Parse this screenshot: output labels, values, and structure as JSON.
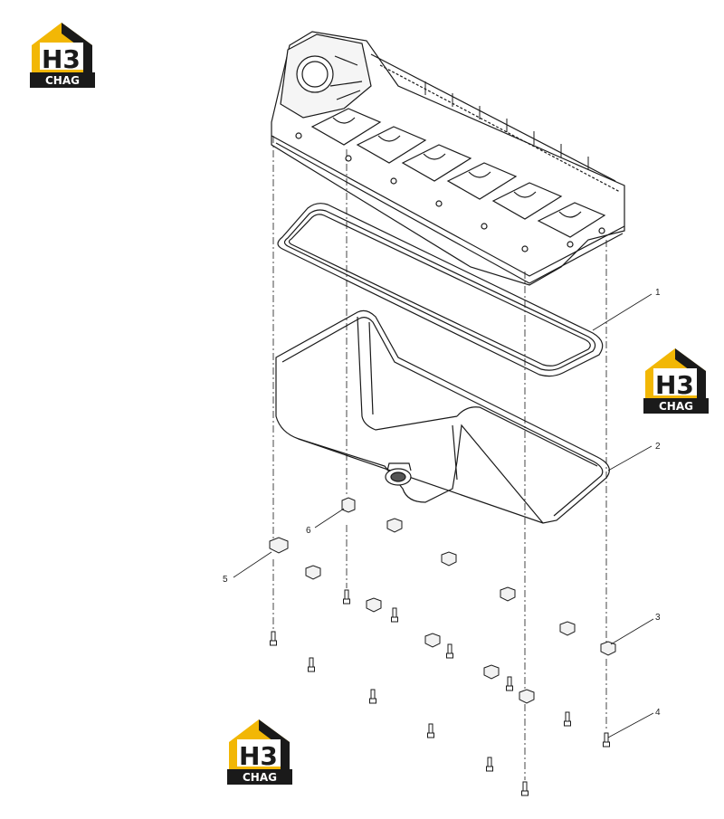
{
  "logos": [
    {
      "id": "logo-top-left",
      "mark": "H3",
      "word": "CHAG"
    },
    {
      "id": "logo-right",
      "mark": "H3",
      "word": "CHAG"
    },
    {
      "id": "logo-bottom",
      "mark": "H3",
      "word": "CHAG"
    }
  ],
  "callouts": {
    "c1": "1",
    "c2": "2",
    "c3": "3",
    "c4": "4",
    "c5": "5",
    "c6": "6"
  },
  "colors": {
    "logo_yellow": "#f2b705",
    "logo_dark": "#1a1a1a",
    "line": "#1a1a1a"
  }
}
